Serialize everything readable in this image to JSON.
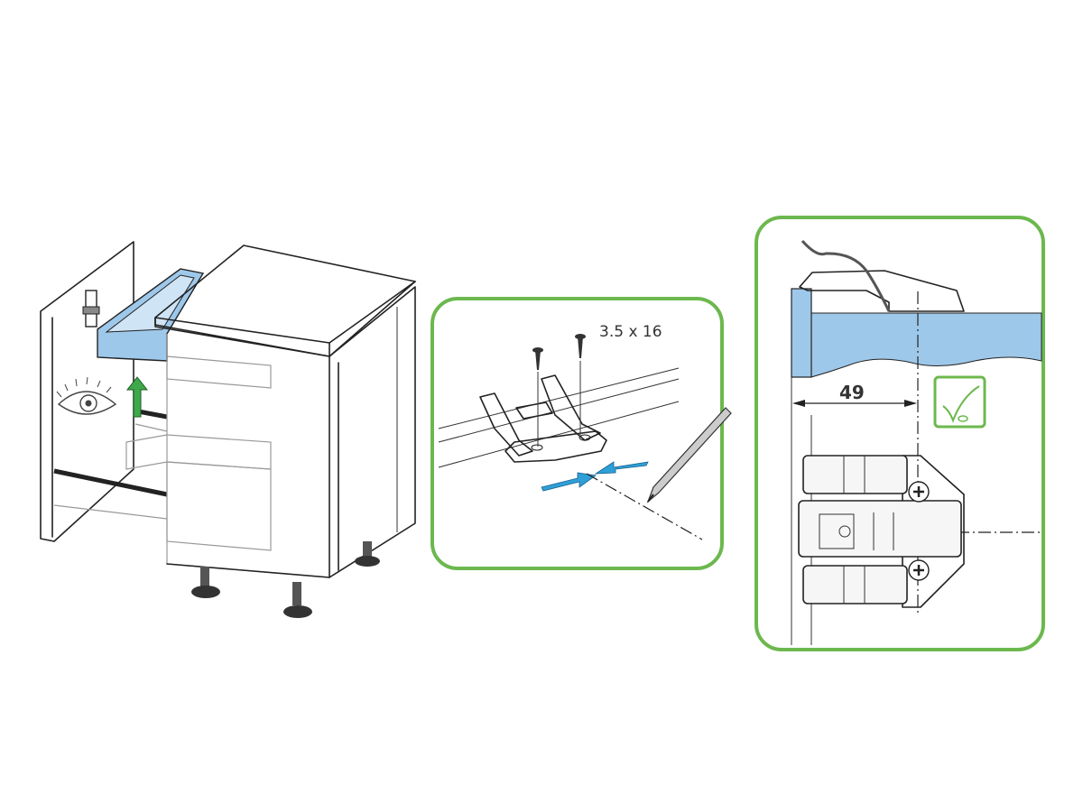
{
  "colors": {
    "panel_border": "#6cb84e",
    "drawer_blue": "#9ec8ea",
    "arrow_blue": "#2f9fd8",
    "arrow_green": "#3ea84a",
    "line": "#222222"
  },
  "step1": {
    "icons": [
      "cabinet-illustration",
      "eye-icon",
      "up-arrow-icon"
    ]
  },
  "step2": {
    "screw_size_label": "3.5 x 16",
    "icons": [
      "screw-icon",
      "pencil-icon",
      "alignment-arrows-icon"
    ]
  },
  "step3": {
    "dimension_label": "49",
    "icons": [
      "checkmark-icon",
      "hinge-plate-icon"
    ]
  }
}
